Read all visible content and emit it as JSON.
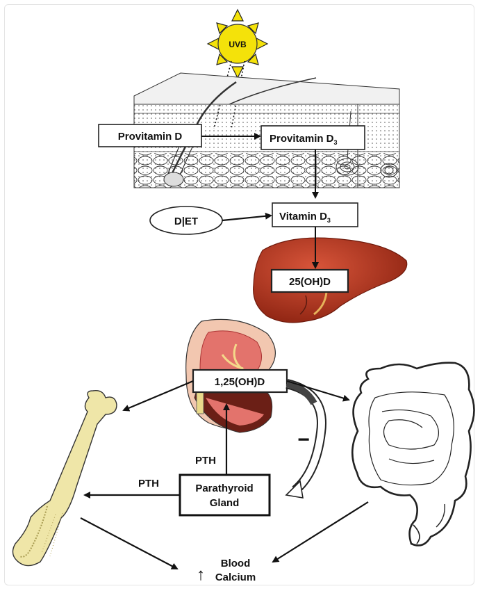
{
  "sun": {
    "label": "UVB",
    "color": "#f4e20a"
  },
  "skin": {
    "provitamin_d": "Provitamin D",
    "provitamin_d3_base": "Provitamin D",
    "d3_subscript": "3"
  },
  "diet": {
    "label": "D|ET"
  },
  "vitamin_d3": {
    "base": "Vitamin D",
    "subscript": "3"
  },
  "liver": {
    "label": "25(OH)D",
    "color": "#b5361f"
  },
  "kidney": {
    "label": "1,25(OH)D"
  },
  "pth": {
    "label_upper": "PTH",
    "label_left": "PTH"
  },
  "parathyroid": {
    "line1": "Parathyroid",
    "line2": "Gland"
  },
  "feedback": {
    "sign": "−"
  },
  "blood_calcium": {
    "arrow": "↑",
    "line1": "Blood",
    "line2": "Calcium"
  }
}
